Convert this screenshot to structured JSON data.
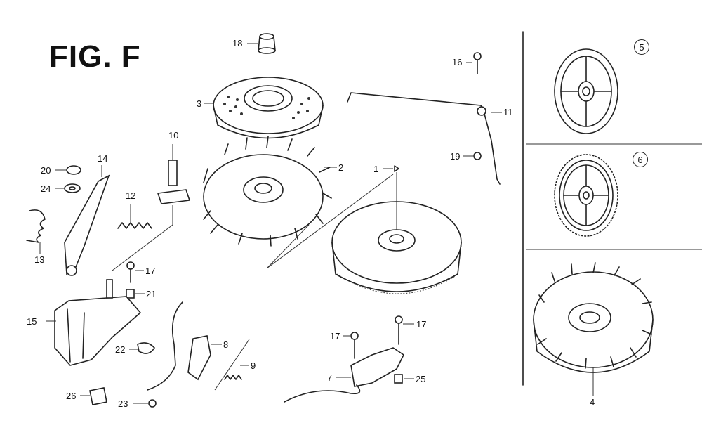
{
  "figure_title": "FIG. F",
  "callouts": {
    "c1": "1",
    "c2": "2",
    "c3": "3",
    "c4": "4",
    "c5": "5",
    "c6": "6",
    "c7": "7",
    "c8": "8",
    "c9": "9",
    "c10": "10",
    "c11": "11",
    "c12": "12",
    "c13": "13",
    "c14": "14",
    "c15": "15",
    "c16": "16",
    "c17a": "17",
    "c17b": "17",
    "c17c": "17",
    "c18": "18",
    "c19": "19",
    "c20": "20",
    "c21": "21",
    "c22": "22",
    "c23": "23",
    "c24": "24",
    "c25": "25",
    "c26": "26"
  }
}
